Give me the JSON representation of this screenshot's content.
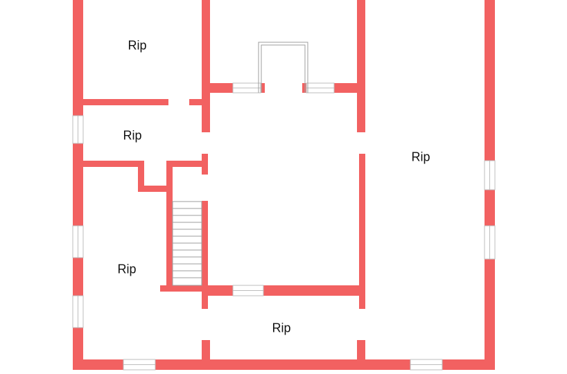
{
  "colors": {
    "wall": "#f26161",
    "window_frame": "#bdbdbd",
    "background": "#ffffff"
  },
  "rooms": [
    {
      "id": "top-left",
      "label": "Rip"
    },
    {
      "id": "left-middle",
      "label": "Rip"
    },
    {
      "id": "right-large",
      "label": "Rip"
    },
    {
      "id": "lower-left",
      "label": "Rip"
    },
    {
      "id": "bottom-hall",
      "label": "Rip"
    }
  ]
}
